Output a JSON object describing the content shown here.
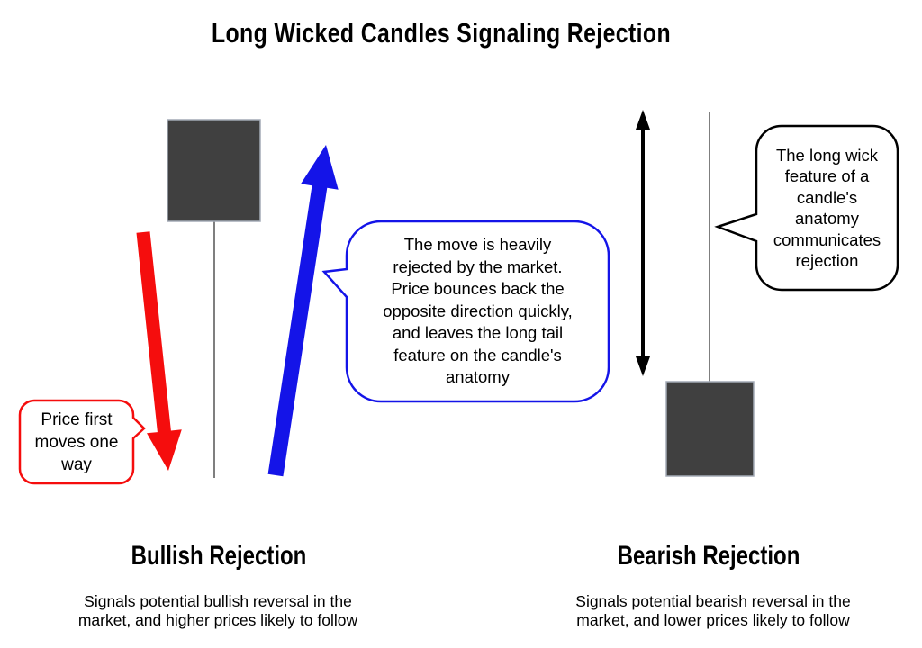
{
  "title": "Long Wicked Candles Signaling Rejection",
  "colors": {
    "red": "#f50d0d",
    "blue": "#1414e8",
    "black": "#000000",
    "candle_fill": "#404040",
    "candle_border": "#a3aab6",
    "wick_gray": "#7f7f7f"
  },
  "callouts": {
    "price_first": {
      "text": "Price first\nmoves one\nway"
    },
    "rejection_explanation": {
      "text": "The move is heavily\nrejected by the market.\nPrice bounces back the\nopposite direction quickly,\nand leaves the long tail\nfeature on the candle's\nanatomy"
    },
    "long_wick": {
      "text": "The long wick\nfeature of a\ncandle's\nanatomy\ncommunicates\nrejection"
    }
  },
  "sections": {
    "bullish": {
      "heading": "Bullish Rejection",
      "description": "Signals potential bullish reversal in the\nmarket, and higher prices likely to follow"
    },
    "bearish": {
      "heading": "Bearish Rejection",
      "description": "Signals potential bearish reversal in the\nmarket, and lower prices likely to follow"
    }
  }
}
